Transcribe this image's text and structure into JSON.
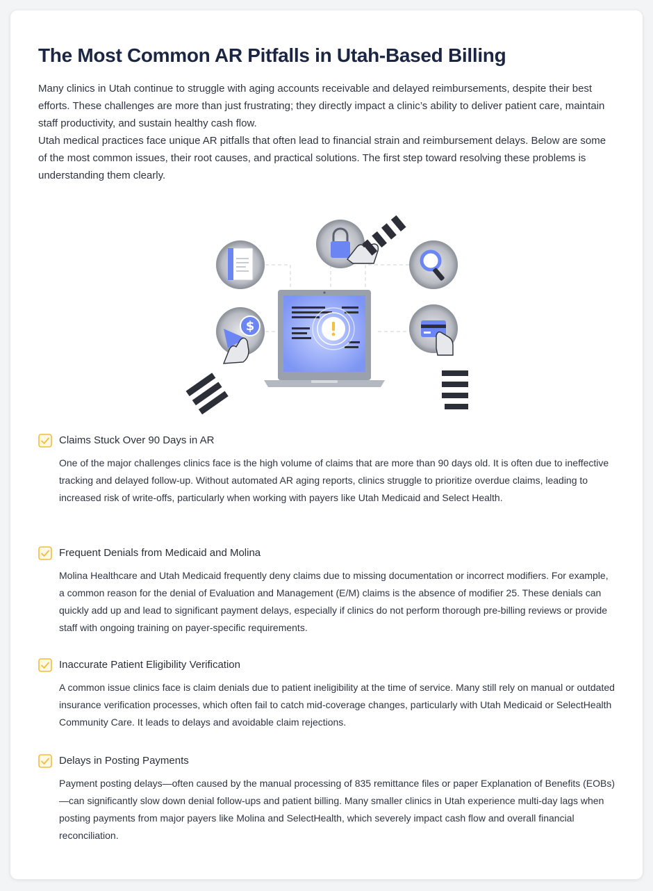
{
  "article": {
    "title": "The Most Common AR Pitfalls in Utah-Based Billing",
    "intro": [
      "Many clinics in Utah continue to struggle with aging accounts receivable and delayed reimbursements, despite their best efforts. These challenges are more than just frustrating; they directly impact a clinic’s ability to deliver patient care, maintain staff productivity, and sustain healthy cash flow.",
      "Utah medical practices face unique AR pitfalls that often lead to financial strain and reimbursement delays. Below are some of the most common issues, their root causes, and practical solutions. The first step toward resolving these problems is understanding them clearly."
    ]
  },
  "illustration": {
    "icons": [
      "document-icon",
      "lock-icon",
      "search-icon",
      "dollar-icon",
      "credit-card-icon",
      "laptop-icon",
      "warning-icon"
    ],
    "accent": "#6b86f2",
    "warning": "#f4c23a"
  },
  "items": [
    {
      "title": "Claims Stuck Over 90 Days in AR",
      "body": "One of the major challenges clinics face is the high volume of claims that are more than 90 days old. It is often due to ineffective tracking and delayed follow-up. Without automated AR aging reports, clinics struggle to prioritize overdue claims, leading to increased risk of write-offs, particularly when working with payers like Utah Medicaid and Select Health."
    },
    {
      "title": "Frequent Denials from Medicaid and Molina",
      "body": "Molina Healthcare and Utah Medicaid frequently deny claims due to missing documentation or incorrect modifiers. For example, a common reason for the denial of Evaluation and Management (E/M) claims is the absence of modifier 25. These denials can quickly add up and lead to significant payment delays, especially if clinics do not perform thorough pre-billing reviews or provide staff with ongoing training on payer-specific requirements."
    },
    {
      "title": "Inaccurate Patient Eligibility Verification",
      "body": "A common issue clinics face is claim denials due to patient ineligibility at the time of service. Many still rely on manual or outdated insurance verification processes, which often fail to catch mid-coverage changes, particularly with Utah Medicaid or SelectHealth Community Care. It leads to delays and avoidable claim rejections."
    },
    {
      "title": "Delays in Posting Payments",
      "body": "Payment posting delays—often caused by the manual processing of 835 remittance files or paper Explanation of Benefits (EOBs)—can significantly slow down denial follow-ups and patient billing. Many smaller clinics in Utah experience multi-day lags when posting payments from major payers like Molina and SelectHealth, which severely impact cash flow and overall financial reconciliation."
    }
  ]
}
